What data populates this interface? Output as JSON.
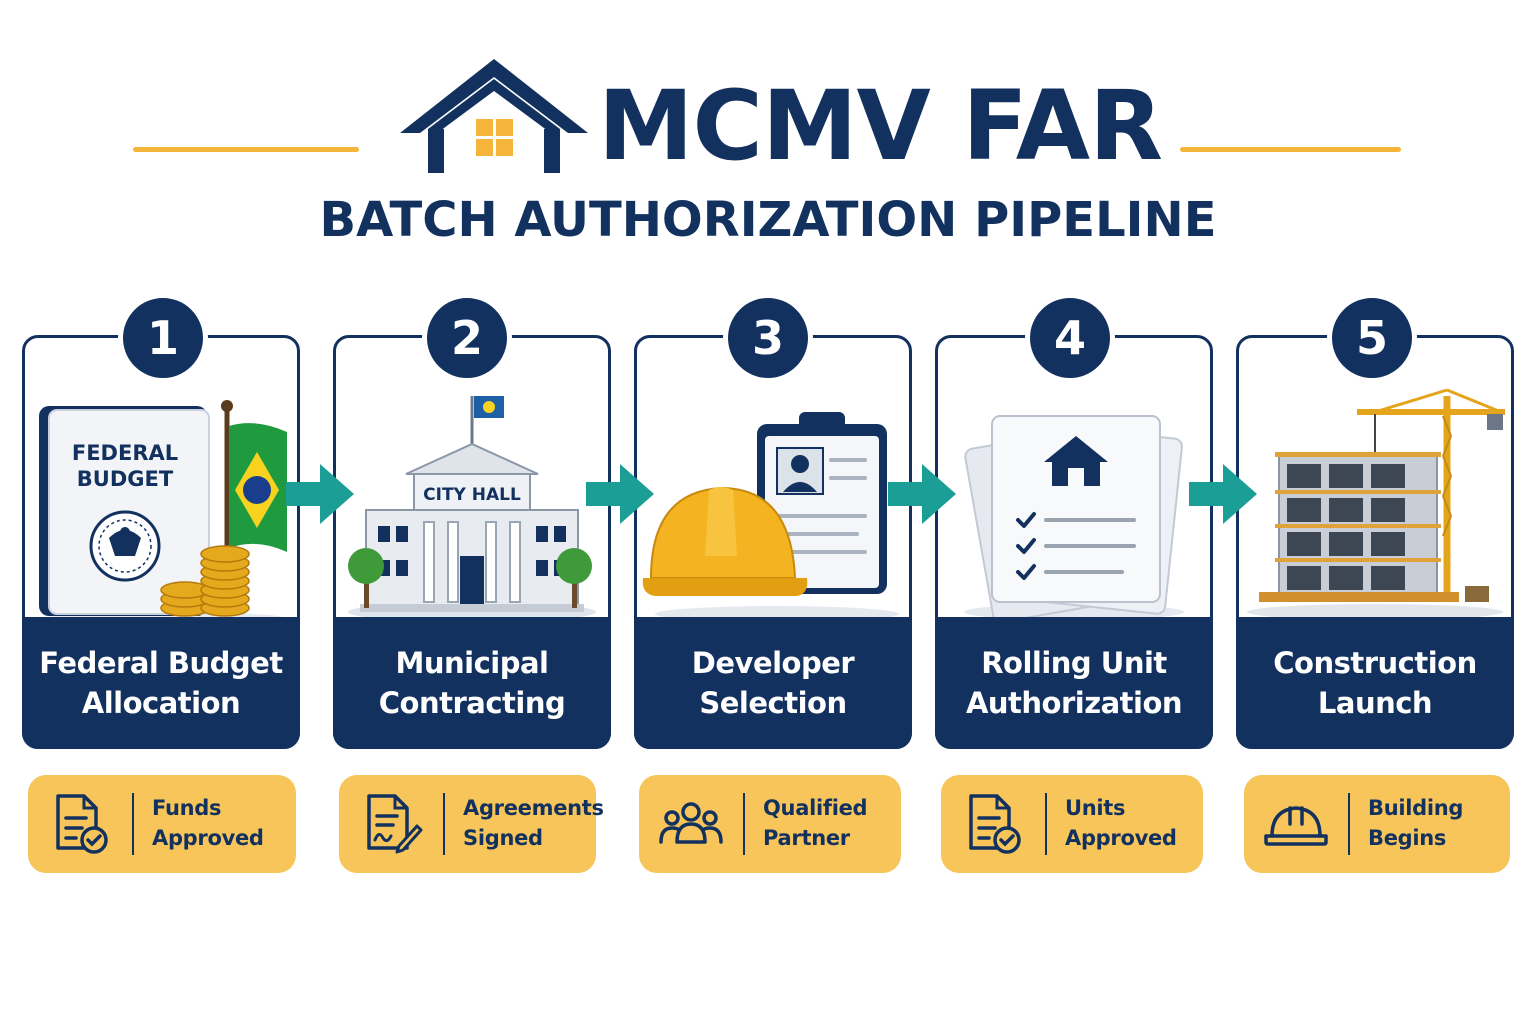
{
  "header": {
    "title": "MCMV FAR",
    "subtitle": "BATCH AUTHORIZATION PIPELINE",
    "logo_icon": "house-icon"
  },
  "colors": {
    "navy": "#13315f",
    "gold": "#f7c55a",
    "gold_line": "#f5b53a",
    "teal_arrow": "#1a9e96",
    "white": "#ffffff"
  },
  "steps": [
    {
      "number": "1",
      "label": "Federal Budget\nAllocation",
      "illustration": "federal-budget-icon",
      "illustration_text": [
        "FEDERAL",
        "BUDGET"
      ],
      "status": "Funds\nApproved",
      "status_icon": "document-check-icon"
    },
    {
      "number": "2",
      "label": "Municipal\nContracting",
      "illustration": "city-hall-icon",
      "illustration_text": [
        "CITY HALL"
      ],
      "status": "Agreements\nSigned",
      "status_icon": "document-signature-icon"
    },
    {
      "number": "3",
      "label": "Developer\nSelection",
      "illustration": "hardhat-clipboard-icon",
      "status": "Qualified\nPartner",
      "status_icon": "people-group-icon"
    },
    {
      "number": "4",
      "label": "Rolling Unit\nAuthorization",
      "illustration": "authorization-documents-icon",
      "status": "Units\nApproved",
      "status_icon": "document-check-icon"
    },
    {
      "number": "5",
      "label": "Construction\nLaunch",
      "illustration": "building-crane-icon",
      "status": "Building\nBegins",
      "status_icon": "hardhat-icon"
    }
  ],
  "connector_icon": "arrow-right-icon"
}
